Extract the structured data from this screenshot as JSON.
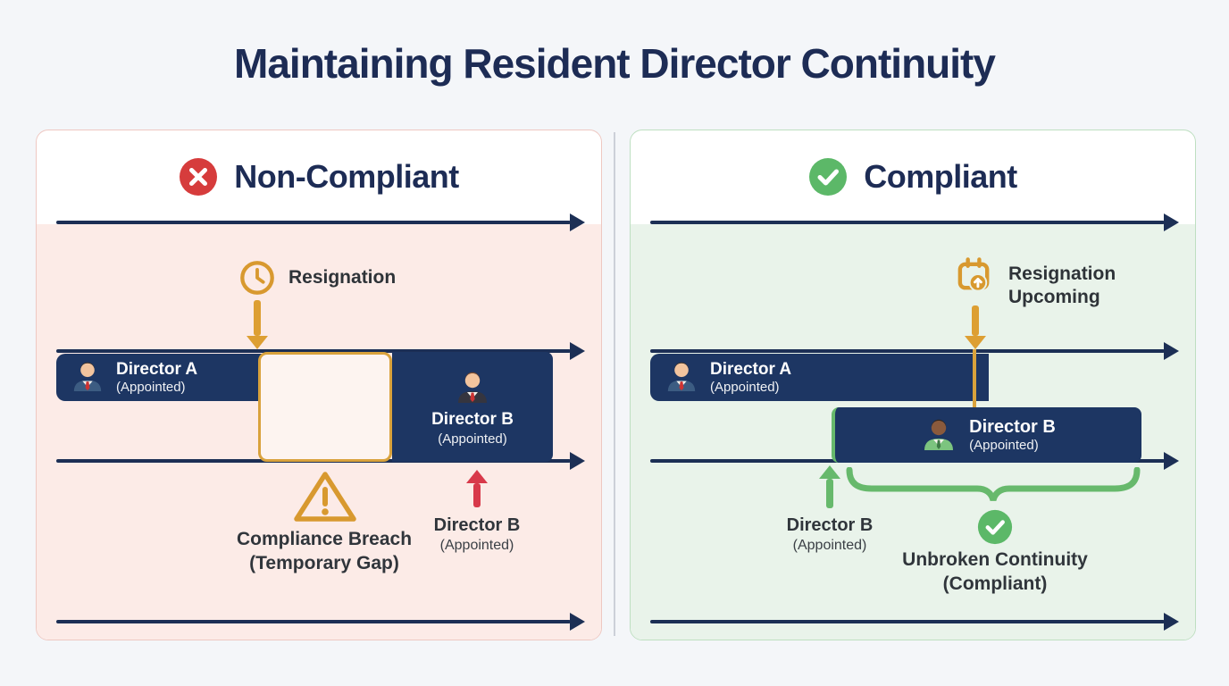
{
  "title": "Maintaining Resident Director Continuity",
  "shared_colors": {
    "title_navy": "#1D2C55",
    "bar_navy": "#1D3663",
    "timeline_navy": "#1C2F55",
    "amber": "#D9A23C",
    "red": "#D63C3C",
    "green": "#5CB868",
    "page_bg": "#F4F6F9"
  },
  "left_panel": {
    "title": "Non-Compliant",
    "status_icon": "x-circle-icon",
    "colors": {
      "border": "#EEC8C2",
      "body_bg": "#FCEBE7"
    },
    "timeline_event": {
      "icon": "clock-icon",
      "label": "Resignation"
    },
    "director_a": {
      "name": "Director A",
      "status": "(Appointed)"
    },
    "gap_box": {
      "border_color": "#D9A23C",
      "fill_color": "#FDF4F0"
    },
    "director_b_bar": {
      "name": "Director B",
      "status": "(Appointed)"
    },
    "breach_callout": {
      "icon": "warning-triangle-icon",
      "line1": "Compliance Breach",
      "line2": "(Temporary Gap)"
    },
    "appointment_callout": {
      "arrow_color": "#D8394A",
      "name": "Director B",
      "status": "(Appointed)"
    }
  },
  "right_panel": {
    "title": "Compliant",
    "status_icon": "check-circle-icon",
    "colors": {
      "border": "#BEDFC1",
      "body_bg": "#E9F3EA"
    },
    "timeline_event": {
      "icon": "calendar-upcoming-icon",
      "label_line1": "Resignation",
      "label_line2": "Upcoming"
    },
    "director_a": {
      "name": "Director A",
      "status": "(Appointed)"
    },
    "director_b_bar": {
      "name": "Director B",
      "status": "(Appointed)",
      "accent_color": "#67B96C"
    },
    "appointment_callout": {
      "arrow_color": "#67B96C",
      "name": "Director B",
      "status": "(Appointed)"
    },
    "continuity_callout": {
      "icon": "check-circle-icon",
      "line1": "Unbroken Continuity",
      "line2": "(Compliant)"
    }
  }
}
